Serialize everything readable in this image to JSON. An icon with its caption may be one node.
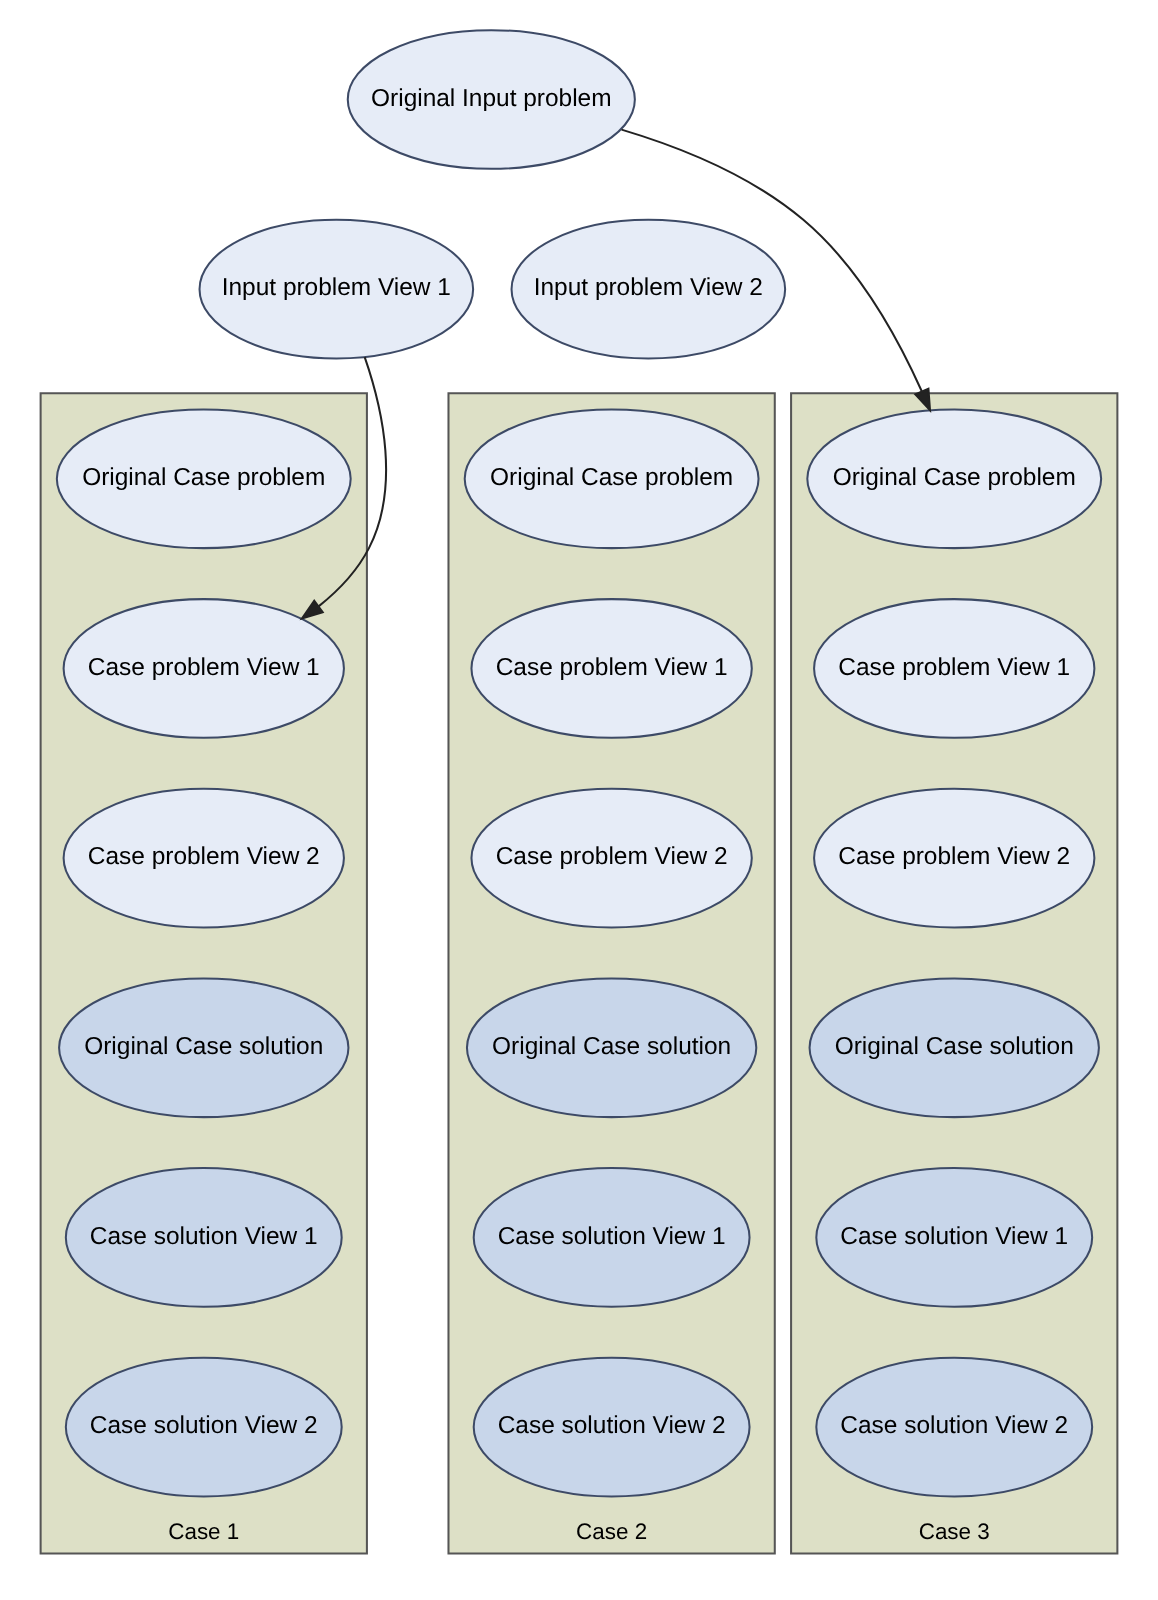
{
  "diagram": {
    "nodes": [
      {
        "text": [
          "Original Input problem"
        ]
      },
      {
        "text": [
          "Input problem View 1"
        ]
      },
      {
        "text": [
          "Input problem View 2"
        ]
      },
      {
        "text": [
          "Case 1"
        ]
      },
      {
        "text": [
          "Original Case problem"
        ],
        "in": 3
      },
      {
        "text": [
          "Case problem View 1"
        ],
        "in": 3
      },
      {
        "text": [
          "Case problem View 2"
        ],
        "in": 3
      },
      {
        "text": [
          "Original Case solution"
        ],
        "in": 3
      },
      {
        "text": [
          "Case solution View 1"
        ],
        "in": 3
      },
      {
        "text": [
          "Case solution View 2"
        ],
        "in": 3
      },
      {
        "text": [
          "Case 2"
        ]
      },
      {
        "text": [
          "Original Case problem"
        ],
        "in": 10
      },
      {
        "text": [
          "Case problem View 1"
        ],
        "in": 10
      },
      {
        "text": [
          "Case problem View 2"
        ],
        "in": 10
      },
      {
        "text": [
          "Original Case solution"
        ],
        "in": 10
      },
      {
        "text": [
          "Case solution View 1"
        ],
        "in": 10
      },
      {
        "text": [
          "Case solution View 2"
        ],
        "in": 10
      },
      {
        "text": [
          "Case 3"
        ]
      },
      {
        "text": [
          "Original Case problem"
        ],
        "in": 17
      },
      {
        "text": [
          "Case problem View 1"
        ],
        "in": 17
      },
      {
        "text": [
          "Case problem View 2"
        ],
        "in": 17
      },
      {
        "text": [
          "Original Case solution"
        ],
        "in": 17
      },
      {
        "text": [
          "Case solution View 1"
        ],
        "in": 17
      },
      {
        "text": [
          "Case solution View 2"
        ],
        "in": 17
      }
    ],
    "edges": [
      {
        "from": 1,
        "to": 5,
        "arrow": "to"
      },
      {
        "from": 0,
        "to": 18,
        "arrow": "to"
      }
    ]
  }
}
